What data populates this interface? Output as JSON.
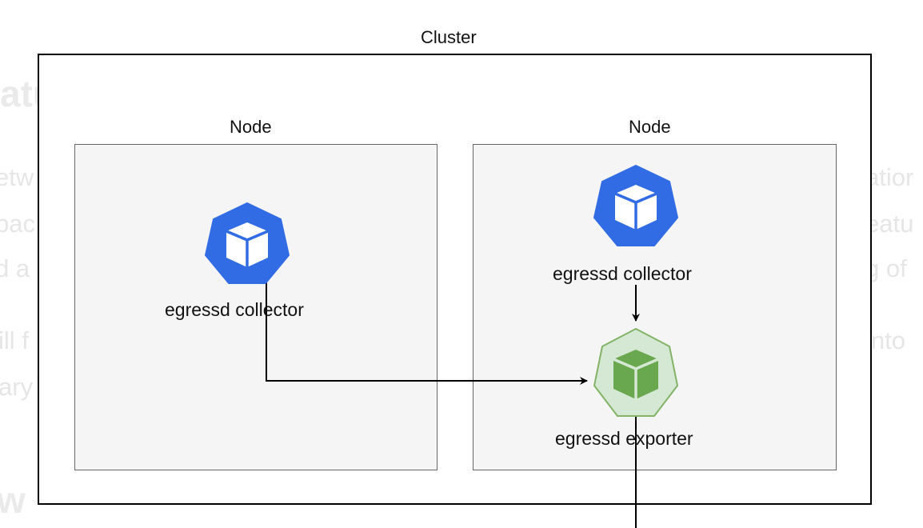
{
  "background_text": {
    "heading_fragment": "atu",
    "left_fragments": [
      "etw",
      "bac",
      "d a",
      "ill f",
      "ary"
    ],
    "right_fragments": [
      "atior",
      "eatu",
      "g of",
      "into"
    ],
    "bottom_fragment": "w"
  },
  "diagram": {
    "cluster_label": "Cluster",
    "nodes": [
      {
        "label": "Node",
        "components": [
          {
            "label": "egressd collector",
            "icon": "kubernetes-pod-icon",
            "color": "#326ce5"
          }
        ]
      },
      {
        "label": "Node",
        "components": [
          {
            "label": "egressd  collector",
            "icon": "kubernetes-pod-icon",
            "color": "#326ce5"
          },
          {
            "label": "egressd exporter",
            "icon": "kubernetes-pod-icon",
            "color": "#d5e8d4"
          }
        ]
      }
    ],
    "colors": {
      "collector": "#326ce5",
      "exporter_fill": "#d5e8d4",
      "exporter_stroke": "#82b366",
      "exporter_cube": "#6aa84f",
      "node_fill": "#f5f5f5"
    }
  }
}
